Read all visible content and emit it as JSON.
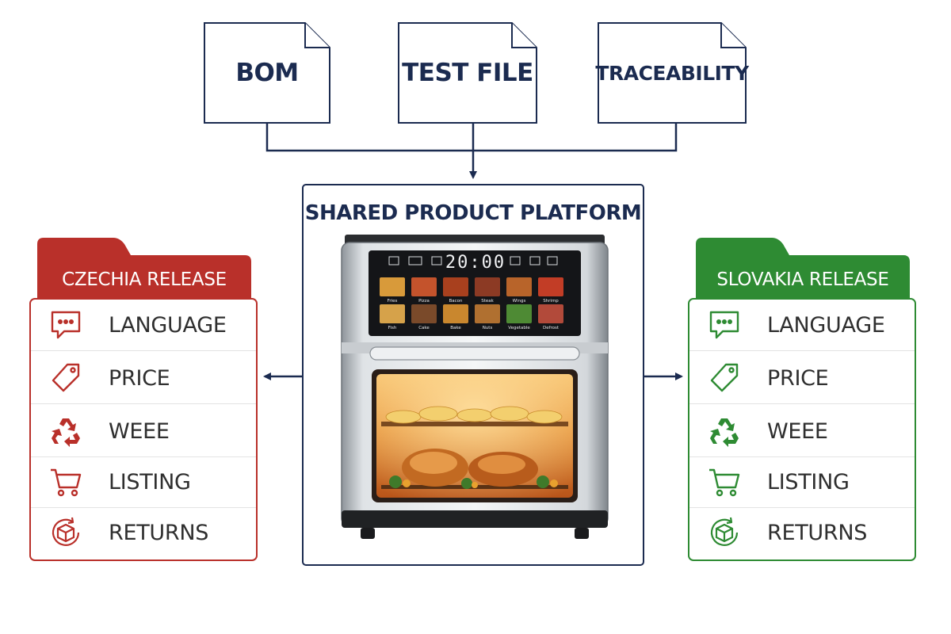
{
  "documents": [
    {
      "label": "BOM"
    },
    {
      "label": "TEST FILE"
    },
    {
      "label": "TRACEABILITY"
    }
  ],
  "platform": {
    "title": "SHARED PRODUCT PLATFORM",
    "display_time": "20:00",
    "preset_labels": [
      "Fries",
      "Pizza",
      "Bacon",
      "Steak",
      "Wings",
      "Shrimp",
      "Fish",
      "Cake",
      "Bake",
      "Nuts",
      "Vegetable",
      "Defrost"
    ]
  },
  "releases": {
    "czechia": {
      "title": "CZECHIA RELEASE",
      "color": "#b9302a",
      "items": [
        {
          "label": "LANGUAGE",
          "icon": "speech-bubble-icon"
        },
        {
          "label": "PRICE",
          "icon": "price-tag-icon"
        },
        {
          "label": "WEEE",
          "icon": "recycle-icon"
        },
        {
          "label": "LISTING",
          "icon": "shopping-cart-icon"
        },
        {
          "label": "RETURNS",
          "icon": "return-box-icon"
        }
      ]
    },
    "slovakia": {
      "title": "SLOVAKIA RELEASE",
      "color": "#2e8b33",
      "items": [
        {
          "label": "LANGUAGE",
          "icon": "speech-bubble-icon"
        },
        {
          "label": "PRICE",
          "icon": "price-tag-icon"
        },
        {
          "label": "WEEE",
          "icon": "recycle-icon"
        },
        {
          "label": "LISTING",
          "icon": "shopping-cart-icon"
        },
        {
          "label": "RETURNS",
          "icon": "return-box-icon"
        }
      ]
    }
  },
  "colors": {
    "navy": "#1b2b50",
    "czechia": "#b9302a",
    "slovakia": "#2e8b33"
  }
}
